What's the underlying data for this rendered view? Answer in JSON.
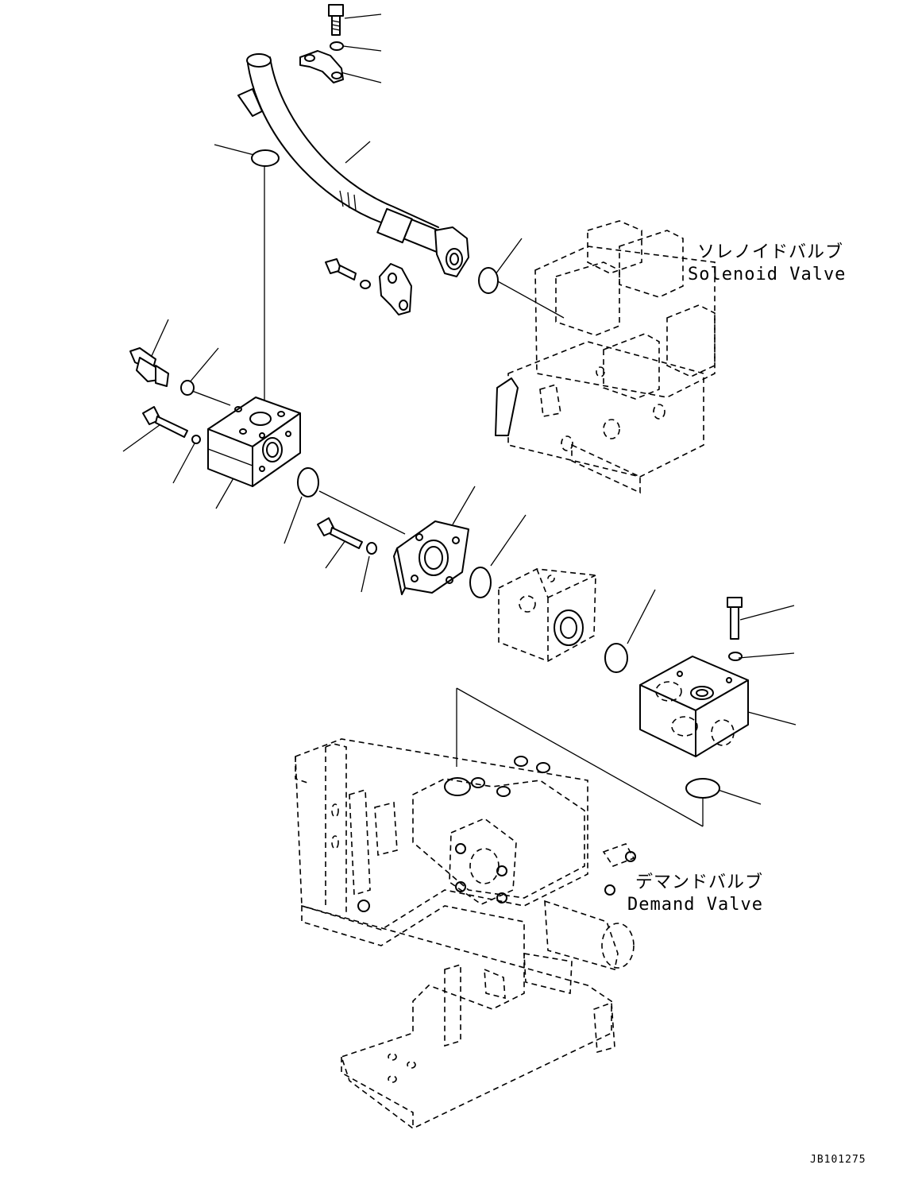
{
  "labels": {
    "solenoid_jp": "ソレノイドバルブ",
    "solenoid_en": "Solenoid Valve",
    "demand_jp": "デマンドバルブ",
    "demand_en": "Demand Valve"
  },
  "drawing_code": "JB101275",
  "icons": {
    "hose": "hydraulic-hose",
    "bolt": "bolt",
    "washer": "washer",
    "o_ring": "o-ring",
    "clamp": "split-flange-clamp",
    "block": "connector-block",
    "sensor": "pressure-sensor"
  }
}
